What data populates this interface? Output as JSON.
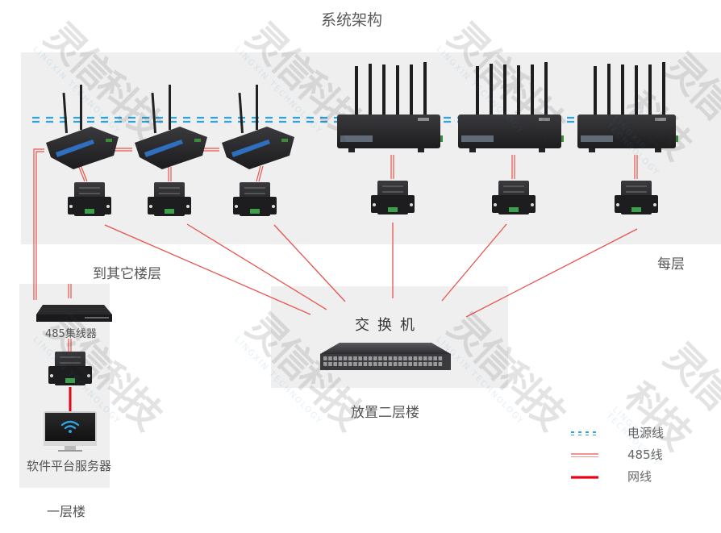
{
  "title": "系统架构",
  "labels": {
    "other_floors": "到其它楼层",
    "each_floor": "每层",
    "switch": "交换机",
    "switch_location": "放置二层楼",
    "hub": "485集线器",
    "server": "软件平台服务器",
    "first_floor": "一层楼"
  },
  "devices": {
    "small_gateways": 3,
    "large_gateways": 3,
    "converters_per_floor": 6
  },
  "legend": [
    {
      "label": "电源线",
      "style": "power",
      "color": "#2ea3dc"
    },
    {
      "label": "485线",
      "style": "rs485",
      "color": "#e8534d"
    },
    {
      "label": "网线",
      "style": "ethernet",
      "color": "#e30613"
    }
  ],
  "watermark": {
    "cn": "灵信科技",
    "en": "LINGXIN TECHNOLOGY"
  },
  "colors": {
    "power": "#2ea3dc",
    "rs485": "#e8534d",
    "ethernet": "#e30613",
    "panel": "#efefef",
    "device": "#2b2b2e"
  }
}
